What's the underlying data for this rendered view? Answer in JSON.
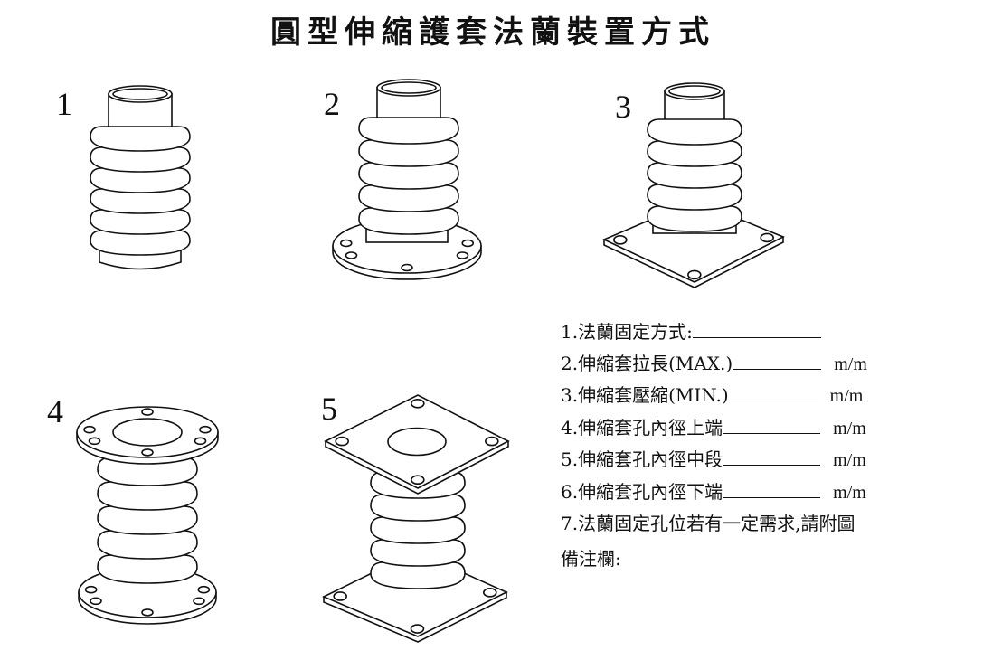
{
  "title": "圓型伸縮護套法蘭裝置方式",
  "figures": [
    {
      "label": "1",
      "type": "no-flange"
    },
    {
      "label": "2",
      "type": "round-flange-bottom"
    },
    {
      "label": "3",
      "type": "square-flange-bottom"
    },
    {
      "label": "4",
      "type": "round-flange-both"
    },
    {
      "label": "5",
      "type": "square-flange-both"
    }
  ],
  "spec": {
    "items": [
      {
        "text": "1.法蘭固定方式:",
        "unit": ""
      },
      {
        "text": "2.伸縮套拉長(MAX.)",
        "unit": "m/m"
      },
      {
        "text": "3.伸縮套壓縮(MIN.)",
        "unit": "m/m"
      },
      {
        "text": "4.伸縮套孔內徑上端",
        "unit": "m/m"
      },
      {
        "text": "5.伸縮套孔內徑中段",
        "unit": "m/m"
      },
      {
        "text": "6.伸縮套孔內徑下端",
        "unit": "m/m"
      },
      {
        "text": "7.法蘭固定孔位若有一定需求,請附圖",
        "unit": ""
      }
    ],
    "remarks_label": "備注欄:"
  }
}
